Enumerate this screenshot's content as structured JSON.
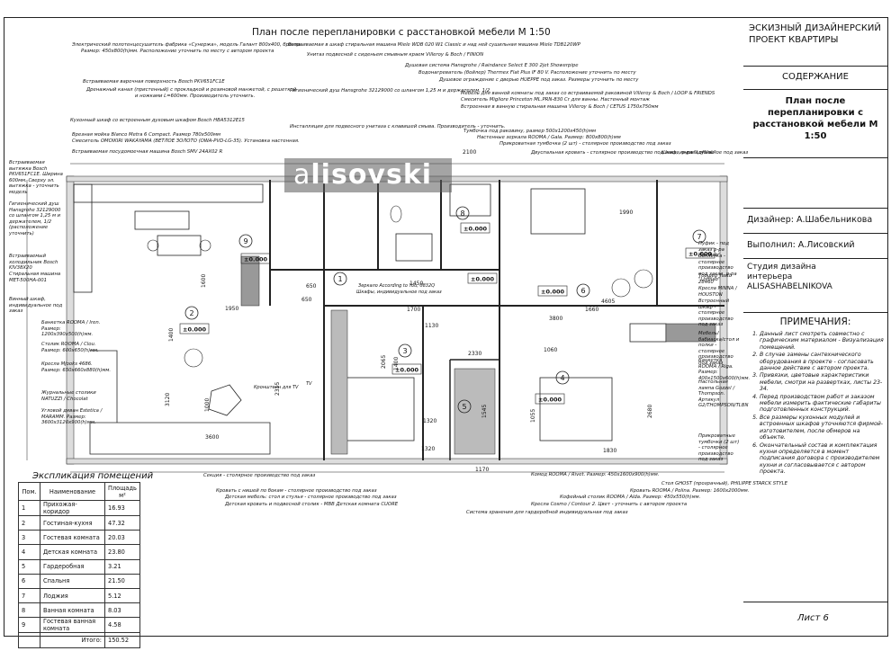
{
  "plan": {
    "title": "План после перепланировки с расстановкой мебели М 1:50",
    "logo_a": "a",
    "logo_text": "lisovski",
    "levels": [
      "±0.000",
      "±0.000",
      "±0.000",
      "±0.000",
      "±0.000",
      "±0.000",
      "±0.000",
      "±0.000"
    ],
    "room_numbers": [
      "1",
      "2",
      "3",
      "4",
      "5",
      "6",
      "7",
      "8",
      "9"
    ],
    "dims": [
      "650",
      "1400",
      "3600",
      "3120",
      "2315",
      "1950",
      "1600",
      "1400",
      "1700",
      "3800",
      "4605",
      "2100",
      "2065",
      "1320",
      "1170",
      "2680",
      "1545",
      "1990",
      "1320",
      "1660",
      "1830",
      "1060",
      "1055",
      "1130",
      "1450",
      "1000",
      "650",
      "2330"
    ],
    "room_labels": [
      "Кронштейн для TV",
      "TV",
      "Зеркало According to You, 0832Q",
      "Шкафы, индивидуальное под заказ"
    ]
  },
  "callouts": {
    "top": [
      "Электрический полотенцесушитель фабрика «Сунержа», модель Галант 800х400, бронза.",
      "Размер: 450х800(h)мм. Расположение уточнить по месту с автором проекта",
      "Дренажный канал (пристенный) с прокладкой и резиновой манжетой, с решеткой",
      "и ножками L=600мм. Производитель уточнить.",
      "Инсталляция для подвесного унитаза с клавишей смыва. Производитель - уточнить.",
      "Гигиенический душ Hansgrohe 32129000 со шлангом 1,25 м и держателем, 1/2",
      "Встраиваемая в шкаф стиральная машина Miele WDB 020 W1 Classic и над ней сушильная машина Miele TDB120WP",
      "Унитаз подвесной с сиденьем смывным краем Villeroy & Boch / FINION",
      "Душевая система Hansgrohe / Raindance Select E 300 2jet Showerpipe",
      "Водонагреватель (бойлер) Thermex Flat Plus IF 80 V. Расположение уточнить по месту",
      "Душевое ограждение с дверью HUEPPE под заказ. Размеры уточнить по месту",
      "Мебель для ванной комнаты под заказ со встраиваемой раковиной Villeroy & Boch / LOOP & FRIENDS",
      "Смеситель Migliore Princeton ML.PRN-830 Cr для ванны. Настенный монтаж",
      "Встроенная в ванную стиральная машина Villeroy & Boch / CETUS 1750х750мм",
      "Тумбочка под раковину, размер 500х1200х450(h)мм",
      "Настенные зеркала ROOMA / Gala. Размер: 800х800(h)мм",
      "Прикроватная тумбочка (2 шт) - столярное производство под заказ",
      "Двуспальная кровать - столярное производство под заказ, р-ра \"Loffilab\"",
      "Шкаф, индивидуальное под заказ",
      "Встраиваемая варочная поверхность Bosch PKV651FC1E",
      "Встраиваемая посудомоечная машина Bosch SMV 24AX02 R",
      "Смеситель OMOIKIRI WAKAYAMA (BETЛОЕ ЗОЛОТО (OWA-PVD-LG-35). Установка настенная.",
      "Врезная мойка Blanco Metra 6 Compact. Размер 780х500мм",
      "Кухонный шкаф со встроенным духовым шкафом Bosch HBA5312E15"
    ],
    "left": [
      "Встраиваемая вытяжка Bosch PKV651FC1E. Ширина 600мм. Сверху эл. вытяжка - уточнить модель",
      "Гигиенический душ Hansgrohe 32129000 со шлангом 1,25 м и держателем, 1/2 (расположение уточнить)",
      "Встраиваемый холодильник Bosch KIV38X20",
      "Стиральная машина MET-500HA-001",
      "Винный шкаф, индивидуальное под заказ"
    ],
    "living": [
      "Банкетка ROOMA / Iren. Размер: 1200х390х500(h)мм.",
      "Столик ROOMA / Clou. Размер: 600х650(h)мм.",
      "Кресла Mjooks 4686. Размер: 650х660х880(h)мм.",
      "Журнальные столики NATUZZI / Chocolat",
      "Угловой диван Estetica / MARAMM. Размер: 3600х3120х900(h)мм."
    ],
    "bottom": [
      "Секция - столярное производство под заказ",
      "Кровать с нишей по бокам - столярное производство под заказ",
      "Детская мебель: стол и стулья - столярное производство под заказ",
      "Детская кровать и подвесной столик - MBB Детская комната CUORE",
      "Комод ROOMA / Rivet. Размер: 450х1600х900(h)мм.",
      "Кофейный столик ROOMA / Alda. Размер: 450х550(h)мм.",
      "Кресла Cosmo / Contour 2. Цвет - уточнить с автором проекта",
      "Система хранения для гардеробной индивидуальная под заказ",
      "Стол GHOST (прозрачный), PHILIPPE STARCK STYLE",
      "Кровать ROOMA / Polina. Размер: 1600х2000мм."
    ],
    "right": [
      "Пуфик - под заказ р-ра \"Loffilab\"",
      "Банкетка - столярное производство под заказ, р-ра \"Loffilab\"",
      "Торшер Tusto 28460",
      "Кресла MINNA / HOUSTON",
      "Встроенный шкаф - столярное производство под заказ",
      "Мебель/бабиаска/стол и полки - столярное производство под заказ",
      "Банкетка ROOMA / Riga. Размер: 400х1500х600(h)мм.",
      "Настольная лампа Gozzel / Thompson. Артикул G2/THOMPSON/TLBN",
      "Прикроватные тумбочки (2 шт) - столярное производство под заказ"
    ]
  },
  "title_block": {
    "project": "ЭСКИЗНЫЙ ДИЗАЙНЕРСКИЙ ПРОЕКТ КВАРТИРЫ",
    "section": "СОДЕРЖАНИЕ",
    "sheet_title": "План после перепланировки с расстановкой мебели М 1:50",
    "designer": "Дизайнер: А.Шабельникова",
    "executor": "Выполнил: А.Лисовский",
    "studio": "Студия дизайна интерьера ALISASHABELNIKOVA",
    "notes_title": "ПРИМЕЧАНИЯ:",
    "notes": [
      "Данный лист смотреть совместно с графическим материалом - Визуализация помещений.",
      "В случае замены сантехнического оборудования в проекте - согласовать данное действие с автором проекта.",
      "Привязки, цветовые характеристики мебели, смотри на развертках, листы 23-34.",
      "Перед производством работ и заказом мебели измерить фактические габариты подготовленных конструкций.",
      "Все размеры кухонных модулей и встроенных шкафов уточняются фирмой-изготовителем, после обмеров на объекте.",
      "Окончательный состав и комплектация кухни определяется в момент подписания договора с производителем кухни и согласовывается с автором проекта."
    ],
    "sheet": "Лист 6"
  },
  "explication": {
    "title": "Экспликация помещений",
    "headers": [
      "Пом.",
      "Наименование",
      "Площадь м²"
    ],
    "rows": [
      [
        "1",
        "Прихожая-коридор",
        "16.93"
      ],
      [
        "2",
        "Гостиная-кухня",
        "47.32"
      ],
      [
        "3",
        "Гостевая комната",
        "20.03"
      ],
      [
        "4",
        "Детская комната",
        "23.80"
      ],
      [
        "5",
        "Гардеробная",
        "3.21"
      ],
      [
        "6",
        "Спальня",
        "21.50"
      ],
      [
        "7",
        "Лоджия",
        "5.12"
      ],
      [
        "8",
        "Ванная комната",
        "8.03"
      ],
      [
        "9",
        "Гостевая ванная комната",
        "4.58"
      ]
    ],
    "total_label": "Итого:",
    "total": "150.52"
  }
}
